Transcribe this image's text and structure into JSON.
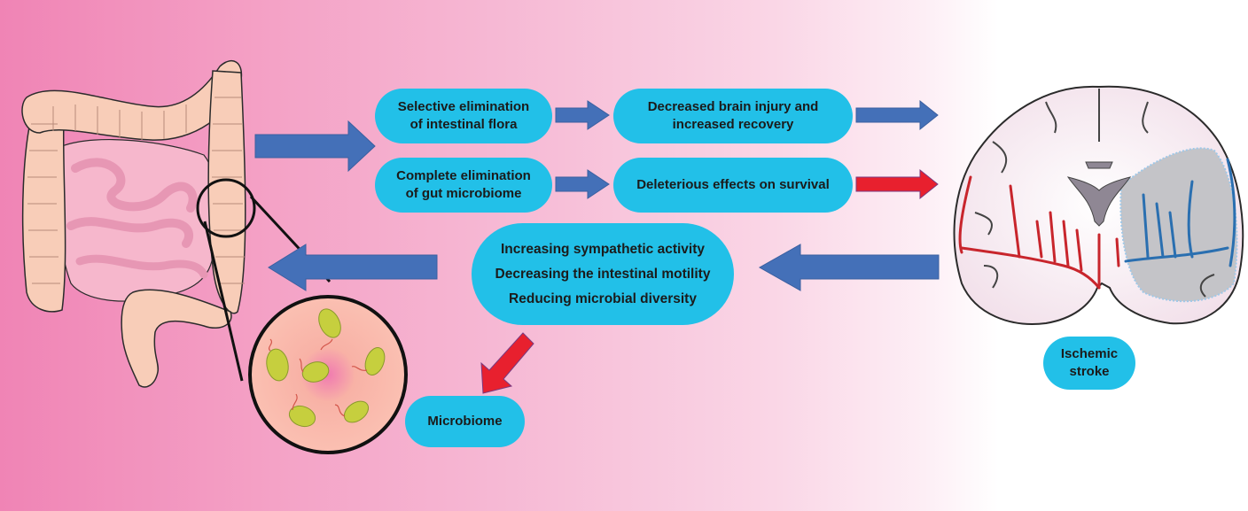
{
  "diagram": {
    "title": "Gut microbiome and ischemic stroke bidirectional interaction",
    "nodes": {
      "selective": {
        "lines": [
          "Selective elimination",
          "of intestinal flora"
        ]
      },
      "decreased": {
        "lines": [
          "Decreased brain injury and",
          "increased recovery"
        ]
      },
      "complete": {
        "lines": [
          "Complete elimination",
          "of gut microbiome"
        ]
      },
      "deleterious": {
        "lines": [
          "Deleterious effects on survival"
        ]
      },
      "effects": {
        "lines": [
          "Increasing sympathetic activity",
          "Decreasing the intestinal motility",
          "Reducing microbial diversity"
        ]
      },
      "microbiome": {
        "lines": [
          "Microbiome"
        ]
      },
      "stroke": {
        "lines": [
          "Ischemic",
          "stroke"
        ]
      }
    },
    "illustrations": {
      "intestine": "intestine-illustration",
      "bacteria_magnifier": "bacteria-magnified-circle",
      "brain": "brain-coronal-section-illustration"
    },
    "colors": {
      "pill": "#22c0e8",
      "arrow_blue": "#4470b8",
      "arrow_red": "#e8202e",
      "text": "#1b1b1b"
    }
  }
}
